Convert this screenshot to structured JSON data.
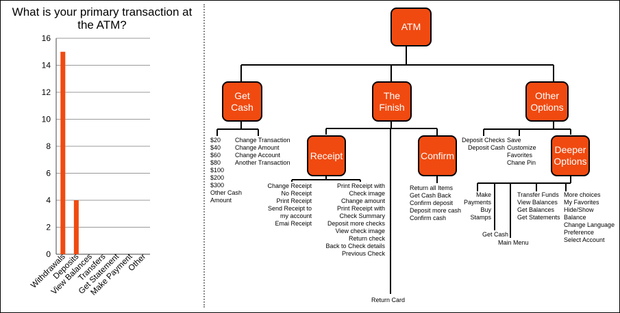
{
  "chart_data": {
    "type": "bar",
    "title": "What is your primary transaction at the ATM?",
    "categories": [
      "Withdrawals",
      "Deposits",
      "View Balances",
      "Transfers",
      "Get Statement",
      "Make Payment",
      "Other"
    ],
    "values": [
      15,
      4,
      0,
      0,
      0,
      0,
      0
    ],
    "ylim": [
      0,
      16
    ],
    "yticks": [
      0,
      2,
      4,
      6,
      8,
      10,
      12,
      14,
      16
    ],
    "grid": true,
    "bar_color": "#f04a10"
  },
  "diagram": {
    "node_color": "#f04a10",
    "nodes": {
      "atm": "ATM",
      "get_cash": [
        "Get",
        "Cash"
      ],
      "the_finish": [
        "The",
        "Finish"
      ],
      "other_options": [
        "Other",
        "Options"
      ],
      "receipt": "Receipt",
      "confirm": "Confirm",
      "deeper_options": [
        "Deeper",
        "Options"
      ]
    },
    "get_cash_amounts": [
      "$20",
      "$40",
      "$60",
      "$80",
      "$100",
      "$200",
      "$300",
      "Other Cash",
      "Amount"
    ],
    "get_cash_changes": [
      "Change Transaction",
      "Change Amount",
      "Change Account",
      "Another Transaction"
    ],
    "receipt_left": [
      "Change Receipt",
      "No Receipt",
      "Print Receipt",
      "Send Receipt to",
      "my account",
      "Emai Receipt"
    ],
    "receipt_right": [
      "Print Receipt with",
      "Check image",
      "Change amount",
      "Print Receipt with",
      "Check Summary",
      "Deposit more checks",
      "View check image",
      "Return check",
      "Back to Check details",
      "Previous Check"
    ],
    "confirm_items": [
      "Return all Items",
      "Get Cash Back",
      "Confirm deposit",
      "Deposit more cash",
      "Confirm cash"
    ],
    "return_card": "Return Card",
    "other_left": [
      "Deposit Checks",
      "Deposit Cash"
    ],
    "other_right": [
      "Save",
      "Customize",
      "Favorites",
      "Chane Pin"
    ],
    "deeper_make": [
      "Make",
      "Payments",
      "Buy",
      "Stamps"
    ],
    "deeper_get_cash": "Get Cash",
    "deeper_main_menu": "Main Menu",
    "deeper_transfer": [
      "Transfer Funds",
      "View Balances",
      "Get Balances",
      "Get Statements"
    ],
    "deeper_more": [
      "More choices",
      "My Favorites",
      "Hide/Show",
      "Balance",
      "Change Language",
      "Preference",
      "Select Account"
    ]
  }
}
